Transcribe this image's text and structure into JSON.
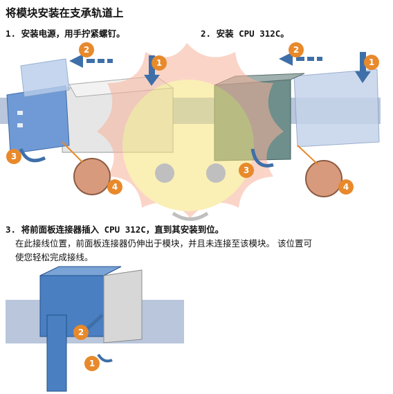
{
  "title": "将模块安装在支承轨道上",
  "steps": {
    "step1": "1. 安装电源，用手拧紧螺钉。",
    "step2": "2. 安装 CPU 312C。",
    "step3": "3. 将前面板连接器插入 CPU 312C，直到其安装到位。"
  },
  "note": {
    "line1": "在此接线位置，前面板连接器仍伸出于模块，并且未连接至该模块。 该位置可",
    "line2": "使您轻松完成接线。"
  },
  "markers": {
    "fig1": [
      "1",
      "2",
      "3",
      "4"
    ],
    "fig2": [
      "1",
      "2",
      "3",
      "4"
    ],
    "fig3": [
      "1",
      "2"
    ]
  },
  "colors": {
    "module_blue": "#4a7fc1",
    "arrow_blue": "#3f6fa8",
    "badge_orange": "#e8892b",
    "rail_band": "#b9c6dc",
    "overlay_sun": "#f7b39a",
    "overlay_face": "#f6e27a"
  }
}
